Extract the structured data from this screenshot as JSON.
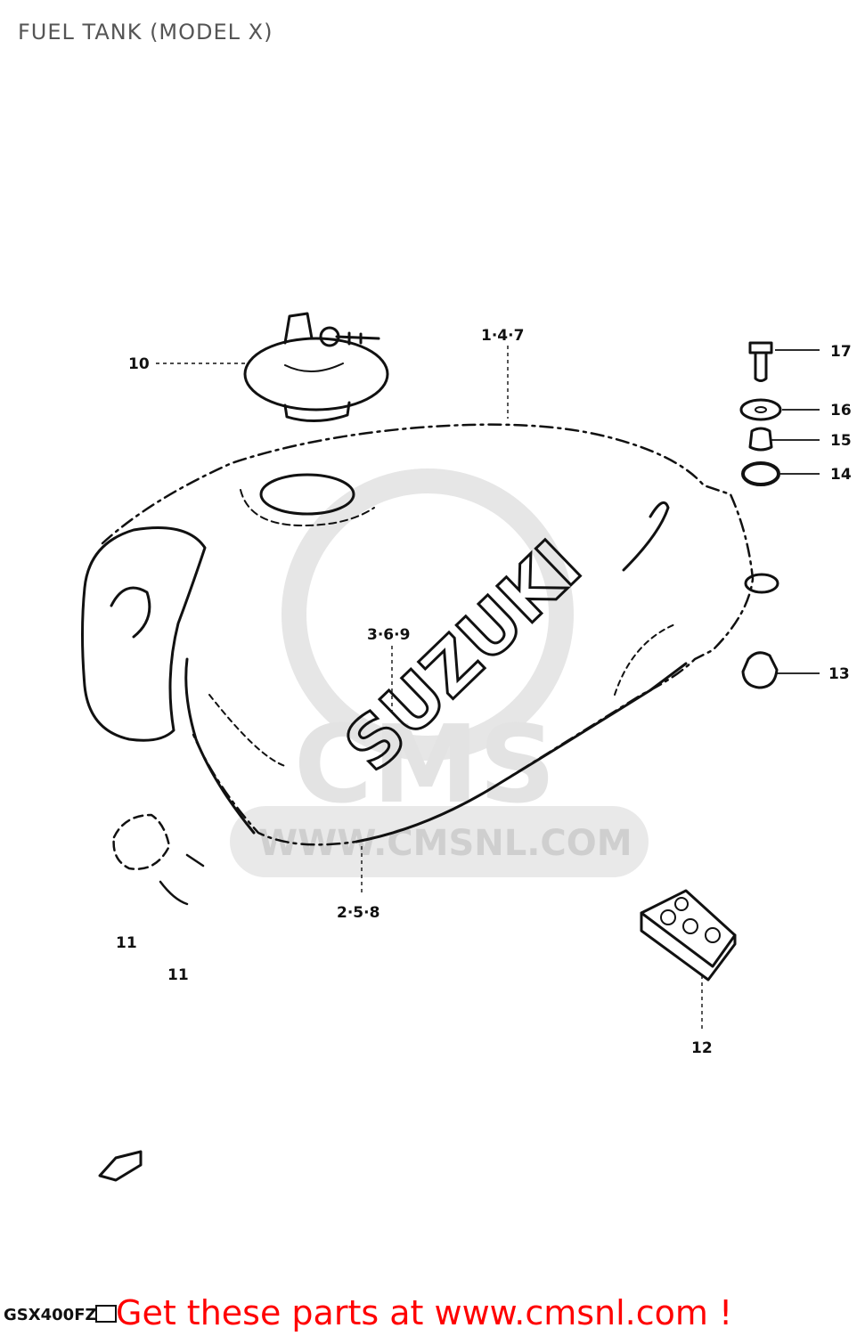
{
  "title": "FUEL TANK (MODEL X)",
  "watermark": {
    "logo_text": "CMS",
    "url_text": "WWW.CMSNL.COM"
  },
  "tank_brand": "SUZUKI",
  "callouts": {
    "c1_4_7": "1·4·7",
    "c2_5_8": "2·5·8",
    "c3_6_9": "3·6·9",
    "c10": "10",
    "c11a": "11",
    "c11b": "11",
    "c12": "12",
    "c13": "13",
    "c14": "14",
    "c15": "15",
    "c16": "16",
    "c17": "17"
  },
  "model_code": "GSX400FZ",
  "promo_text": "Get these parts at www.cmsnl.com !"
}
